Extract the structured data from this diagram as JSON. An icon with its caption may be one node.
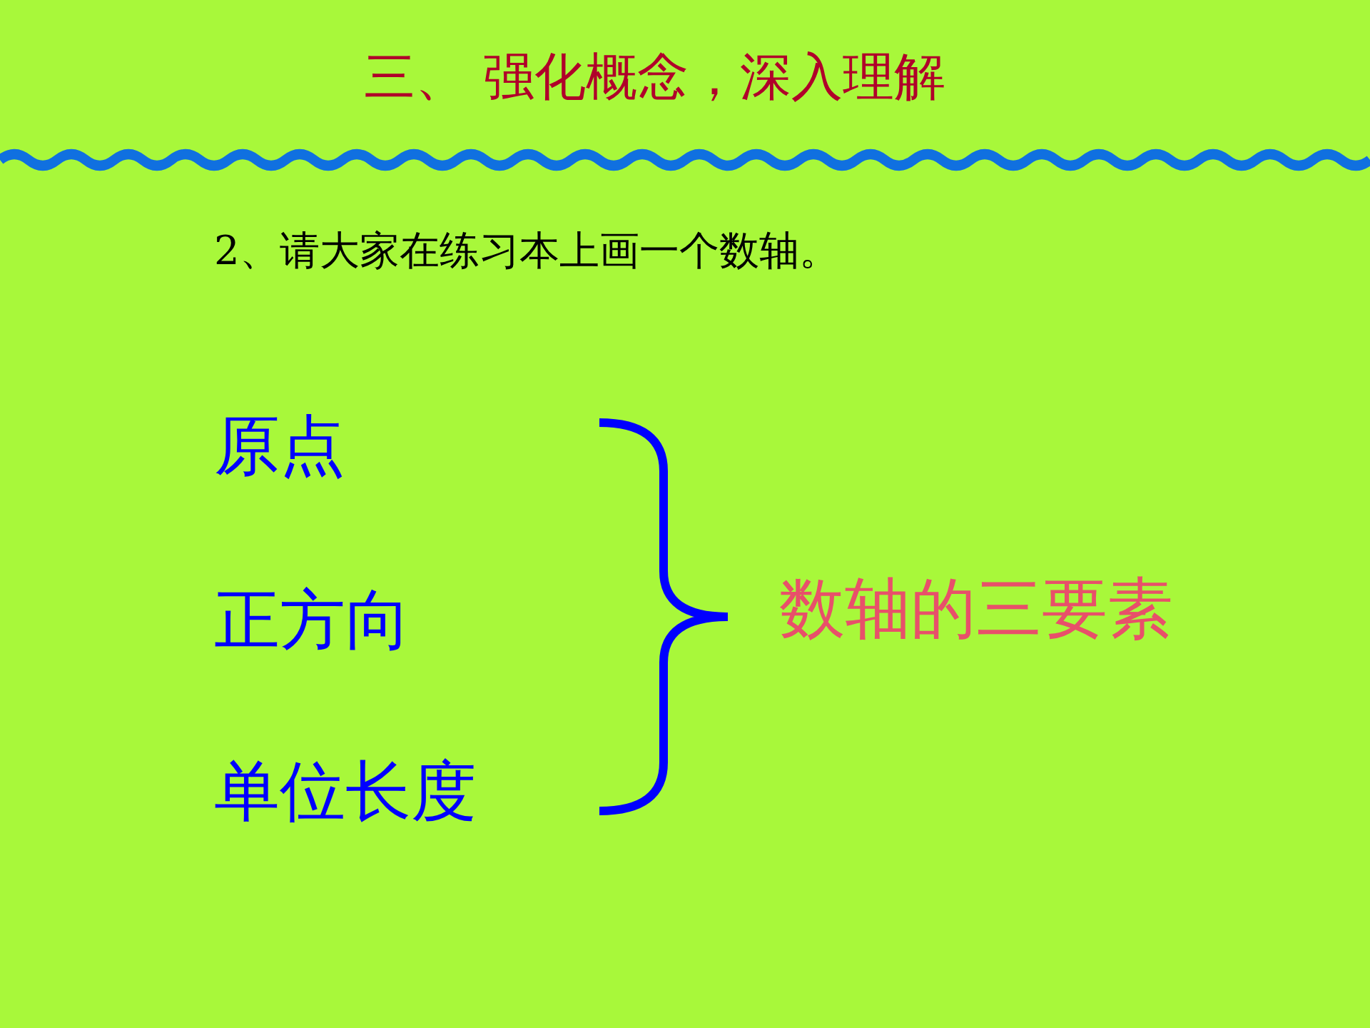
{
  "diagram": {
    "title": "三、 强化概念，深入理解",
    "labels": [
      "2、请大家在练习本上画一个数轴。",
      "原点",
      "正方向",
      "单位长度",
      "数轴的三要素"
    ]
  }
}
